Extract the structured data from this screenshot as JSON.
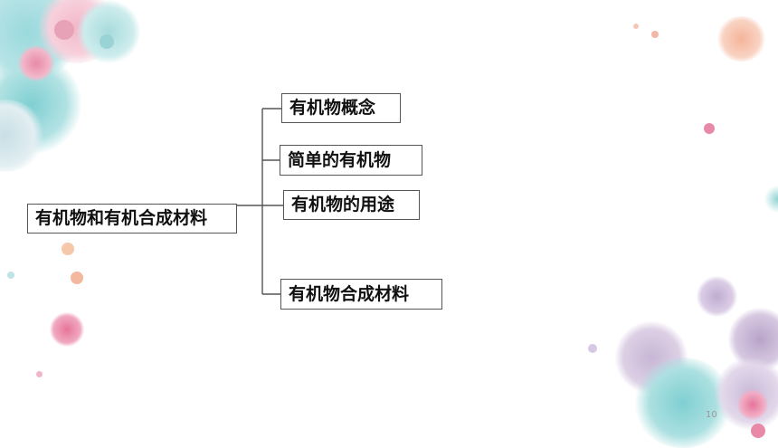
{
  "root": {
    "label": "有机物和有机合成材料"
  },
  "branches": [
    {
      "label": "有机物概念"
    },
    {
      "label": "简单的有机物"
    },
    {
      "label": "有机物的用途"
    },
    {
      "label": "有机物合成材料"
    }
  ],
  "page_number": "10",
  "colors": {
    "line": "#555555",
    "border": "#555555",
    "text": "#111111",
    "splash_teal": "#7fcfd2",
    "splash_pink": "#e889a8",
    "splash_purple": "#b9a3c9",
    "splash_peach": "#f5b49a"
  }
}
